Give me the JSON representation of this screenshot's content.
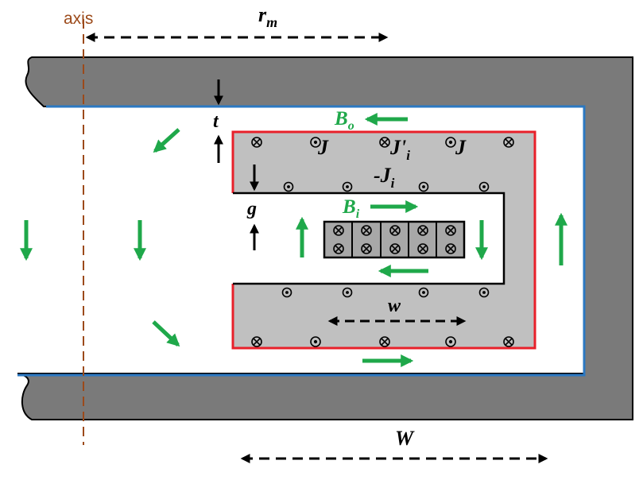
{
  "labels": {
    "axis": "axis",
    "r": "r",
    "r_sub": "m",
    "t": "t",
    "g": "g",
    "Bo": "B",
    "Bo_sub": "o",
    "Bi": "B",
    "Bi_sub": "i",
    "J_left": "J",
    "J_right": "J",
    "Jprime": "J'",
    "Jprime_sub": "i",
    "negJ": "-J",
    "negJ_sub": "i",
    "w": "w",
    "W": "W"
  },
  "colors": {
    "yoke": "#7a7a7a",
    "shield_fill": "#c0c0c0",
    "blue_boundary": "#2b78c2",
    "red_boundary": "#e8202a",
    "green_arrow": "#1fa84a",
    "axis_line": "#9c4a1a",
    "black": "#000000"
  }
}
